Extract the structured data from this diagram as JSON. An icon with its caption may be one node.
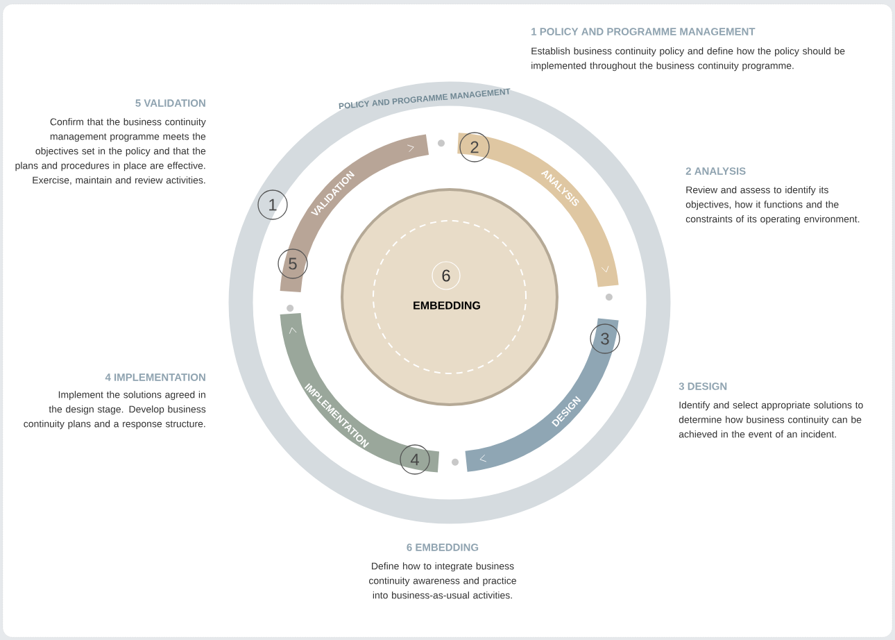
{
  "diagram": {
    "nodes": [
      {
        "text": [
          "POLICY AND PROGRAMME MANAGEMENT"
        ]
      },
      {
        "text": [
          "VALIDATION"
        ],
        "in": 0
      },
      {
        "text": [
          "ANALYSIS"
        ],
        "in": 0
      },
      {
        "text": [
          "DESIGN"
        ],
        "in": 0
      },
      {
        "text": [
          "IMPLEMENTATION"
        ],
        "in": 0
      },
      {
        "text": [
          "6",
          "EMBEDDING"
        ],
        "in": 0
      },
      {
        "text": [
          "1"
        ],
        "in": 0
      },
      {
        "text": [
          "2"
        ],
        "in": 2
      },
      {
        "text": [
          "3"
        ],
        "in": 3
      },
      {
        "text": [
          "4"
        ],
        "in": 4
      },
      {
        "text": [
          "5"
        ],
        "in": 1
      }
    ],
    "labels": [
      "1 POLICY AND PROGRAMME MANAGEMENT",
      "Establish business continuity policy and define how the policy should be implemented throughout the business continuity programme.",
      "5 VALIDATION",
      "Confirm that the business continuity management programme meets the objectives set in the policy and that the plans and procedures in place are effective. Exercise, maintain and review activities.",
      "2 ANALYSIS",
      "Review and assess to identify its objectives, how it functions and the constraints of its operating environment.",
      "4 IMPLEMENTATION",
      "Implement the solutions agreed in the design stage. Develop business continuity plans and a response structure.",
      "3 DESIGN",
      "Identify and select appropriate solutions to determine how business continuity can be achieved in the event of an incident.",
      "6 EMBEDDING",
      "Define how to integrate business continuity awareness and practice into business-as-usual activities."
    ]
  }
}
